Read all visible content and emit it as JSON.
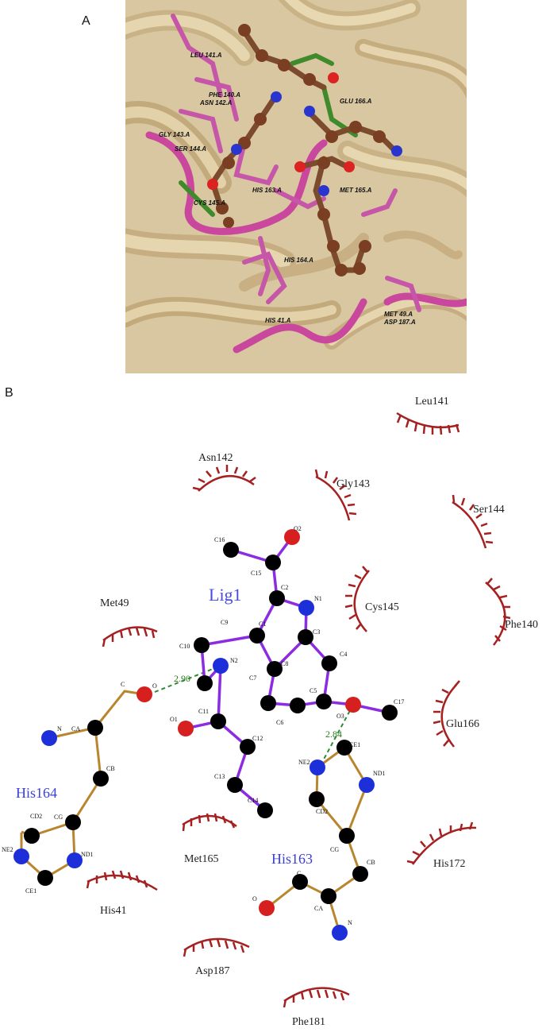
{
  "panel_a": {
    "label": "A",
    "residue_labels": [
      "LEU 141.A",
      "PHE 140.A",
      "ASN 142.A",
      "GLU 166.A",
      "GLY 143.A",
      "SER 144.A",
      "HIS 163.A",
      "MET 165.A",
      "CYS 145.A",
      "HIS 164.A",
      "HIS 41.A",
      "MET 49.A",
      "ASP 187.A"
    ]
  },
  "panel_b": {
    "label": "B",
    "ligand_name": "Lig1",
    "hbond_residues": [
      "His164",
      "His163"
    ],
    "hydrophobic_residues": [
      "Leu141",
      "Asn142",
      "Gly143",
      "Ser144",
      "Cys145",
      "Phe140",
      "Met49",
      "Glu166",
      "Met165",
      "His172",
      "His41",
      "Asp187",
      "Phe181"
    ],
    "hbond_distances": [
      "2.90",
      "2.84"
    ],
    "ligand_atoms": [
      "C16",
      "O2",
      "C15",
      "C2",
      "N1",
      "C9",
      "C1",
      "C3",
      "C10",
      "C8",
      "C4",
      "N2",
      "C7",
      "C5",
      "C17",
      "C11",
      "O1",
      "C6",
      "O3",
      "C12",
      "C13",
      "C14"
    ],
    "his164_atoms": [
      "C",
      "O",
      "N",
      "CA",
      "CB",
      "CG",
      "CD2",
      "ND1",
      "NE2",
      "CE1"
    ],
    "his163_atoms": [
      "NE2",
      "CE1",
      "ND1",
      "CD2",
      "CG",
      "CB",
      "C",
      "CA",
      "O",
      "N"
    ],
    "colors": {
      "ligand_bond": "#8b2be2",
      "residue_bond": "#b8862e",
      "carbon": "#000000",
      "oxygen": "#d61f1f",
      "nitrogen": "#1d2fd8",
      "hbond": "#2e8b2e",
      "hydrophobic": "#a52020"
    }
  }
}
